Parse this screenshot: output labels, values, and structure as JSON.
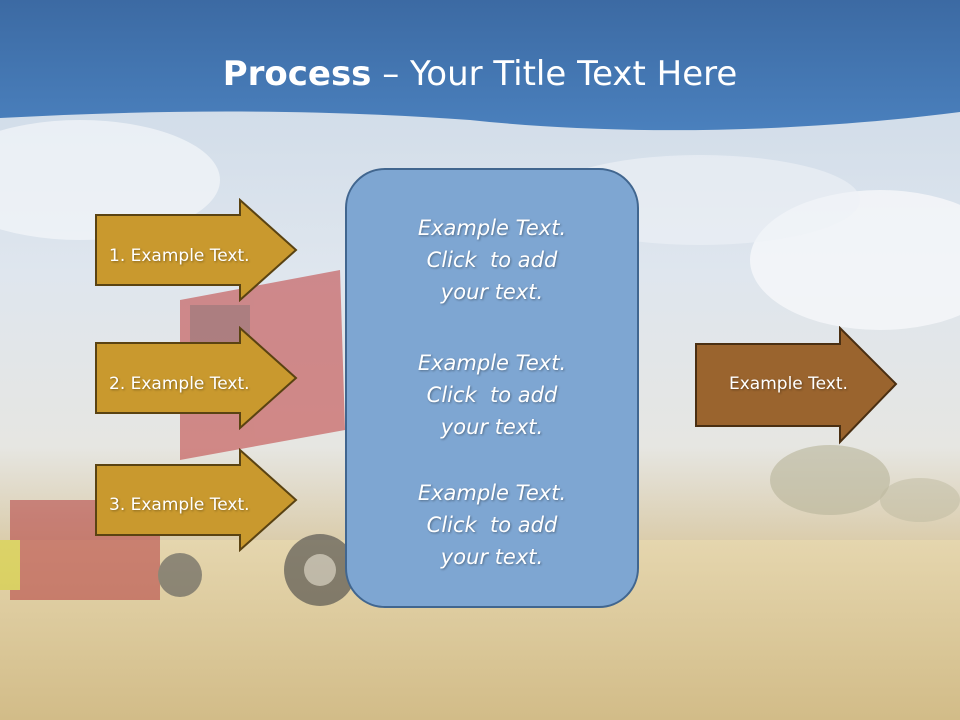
{
  "title": {
    "bold": "Process",
    "rest": " – Your Title Text Here"
  },
  "left_arrows": [
    {
      "label": "1. Example Text."
    },
    {
      "label": "2. Example Text."
    },
    {
      "label": "3. Example Text."
    }
  ],
  "center_box": {
    "paragraphs": [
      [
        "Example Text.",
        "Click  to add",
        "your text."
      ],
      [
        "Example Text.",
        "Click  to add",
        "your text."
      ],
      [
        "Example Text.",
        "Click  to add",
        "your text."
      ]
    ]
  },
  "right_arrow": {
    "label": "Example Text."
  },
  "colors": {
    "header_blue": "#3f73ad",
    "arrow_gold": "#c9992e",
    "arrow_brown": "#9a642e",
    "box_blue": "#7ea6d2"
  }
}
